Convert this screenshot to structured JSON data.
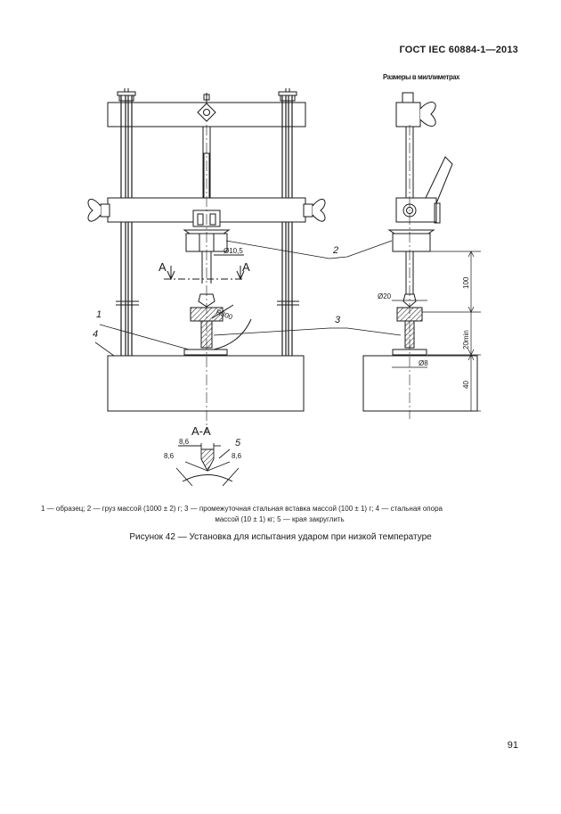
{
  "header": {
    "standard": "ГОСТ IEC 60884-1—2013"
  },
  "figure": {
    "dims_note": "Размеры в миллиметрах",
    "labels": {
      "callout_1": "1",
      "callout_2": "2",
      "callout_3": "3",
      "callout_4": "4",
      "callout_5": "5",
      "section_a_left": "A",
      "section_a_right": "A",
      "section_title": "A-A",
      "dia_10_5": "Ø10,5",
      "dia_20": "Ø20",
      "dia_8": "Ø8",
      "radius_300": "R300",
      "dim_100": "100",
      "dim_20min": "20min",
      "dim_40": "40",
      "dim_8_6_top": "8,6",
      "dim_8_6_left": "8,6",
      "dim_8_6_right": "8,6"
    },
    "legend": {
      "row1": "1 — образец;  2 — груз массой (1000 ± 2) г;  3 — промежуточная стальная вставка массой (100 ± 1) г;  4 — стальная опора",
      "row2": "массой (10 ± 1) кг;  5 — края закруглить"
    },
    "caption": "Рисунок 42 — Установка для испытания ударом при низкой температуре"
  },
  "page": {
    "number": "91"
  },
  "colors": {
    "ink": "#1a1a1a",
    "hatch": "#333333",
    "paper": "#ffffff"
  }
}
